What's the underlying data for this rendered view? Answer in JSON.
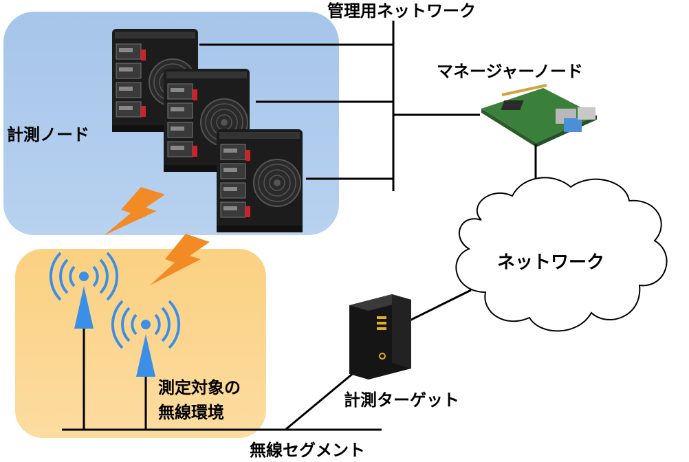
{
  "labels": {
    "management_network": "管理用ネットワーク",
    "manager_node": "マネージャーノード",
    "measurement_node": "計測ノード",
    "network": "ネットワーク",
    "measurement_target": "計測ターゲット",
    "wireless_env_line1": "測定対象の",
    "wireless_env_line2": "無線環境",
    "wireless_segment": "無線セグメント"
  },
  "colors": {
    "node_area_fill": "#a9c7ea",
    "wireless_area_fill": "#fcd58b",
    "antenna_blue": "#3b8fe6",
    "lightning_orange": "#f28b25"
  },
  "icons": {
    "server_unit": "server-cube-icon",
    "manager": "raspberry-pi-board-icon",
    "cloud": "cloud-icon",
    "target": "tower-pc-icon",
    "antenna": "wireless-antenna-icon",
    "lightning": "lightning-bolt-icon"
  }
}
